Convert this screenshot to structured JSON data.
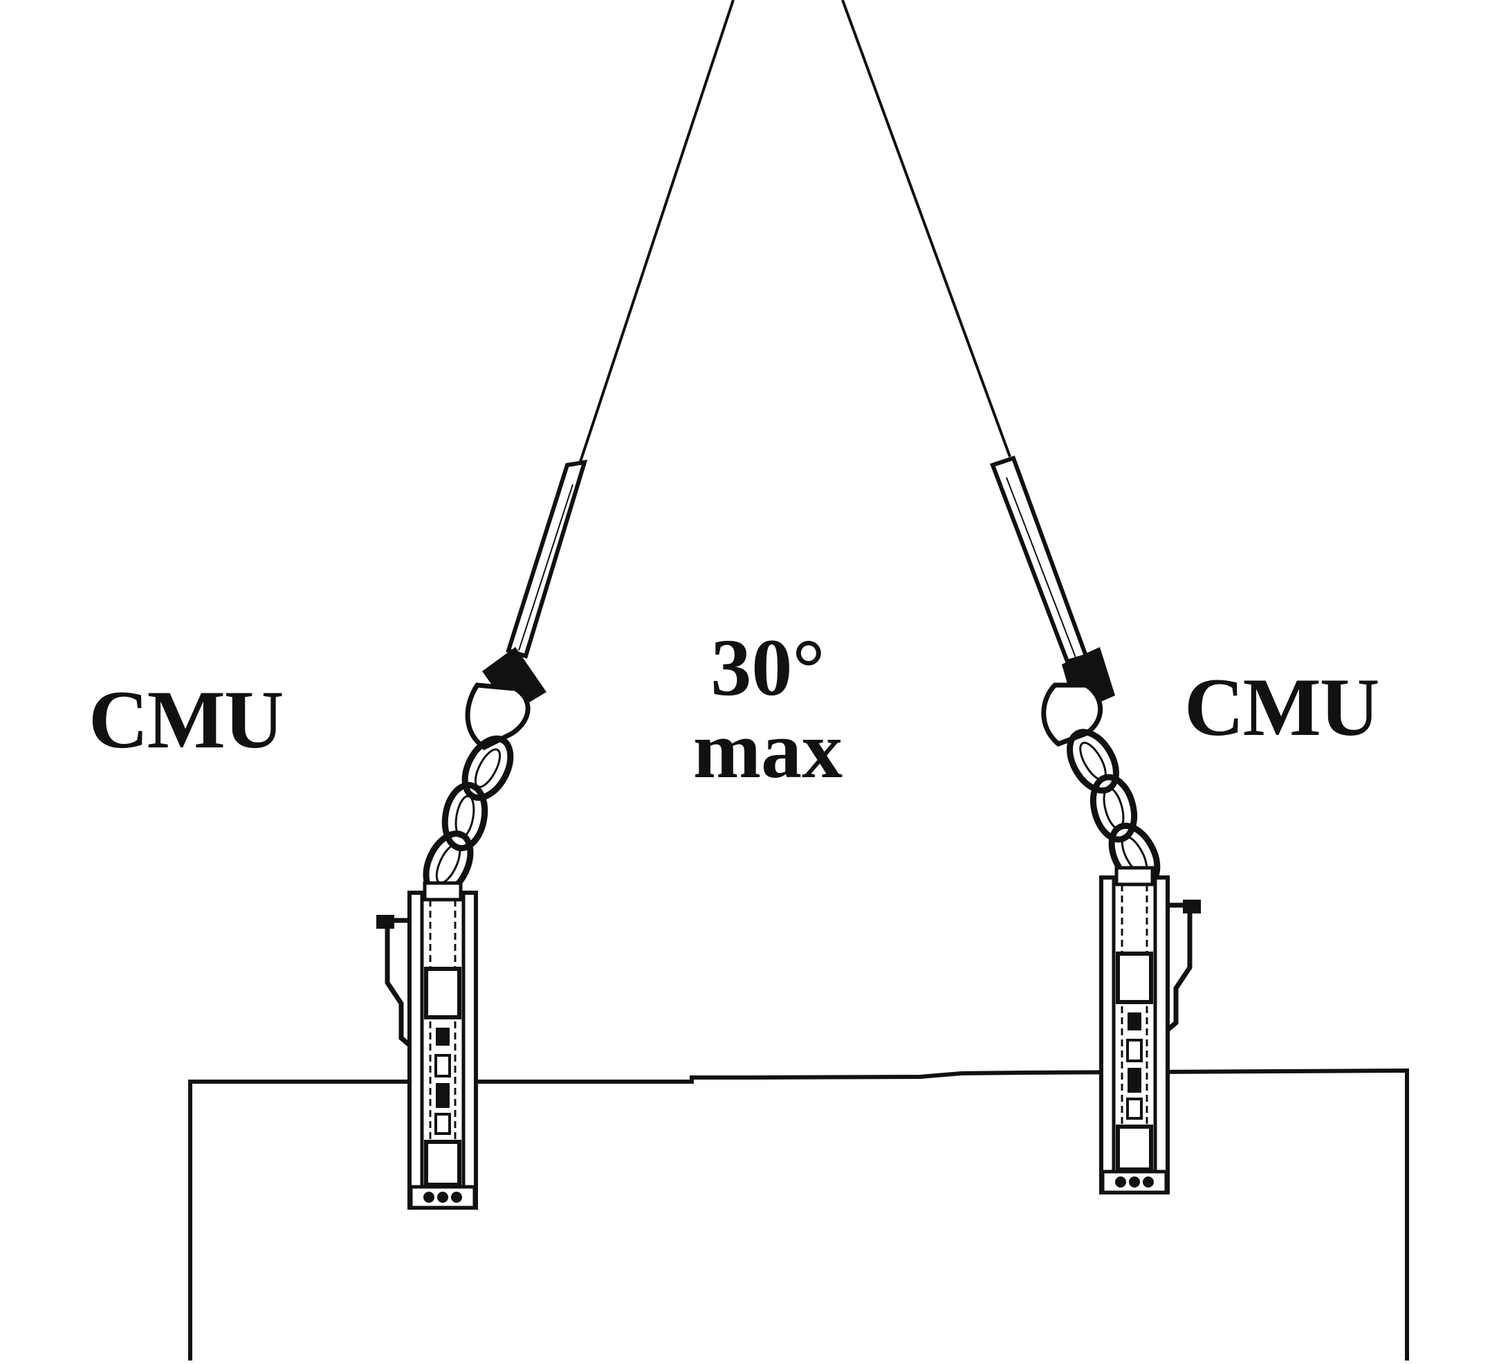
{
  "labels": {
    "left_limit": "CMU",
    "right_limit": "CMU",
    "angle_value": "30°",
    "angle_qualifier": "max"
  },
  "colors": {
    "ink": "#111111",
    "paper": "#ffffff"
  }
}
